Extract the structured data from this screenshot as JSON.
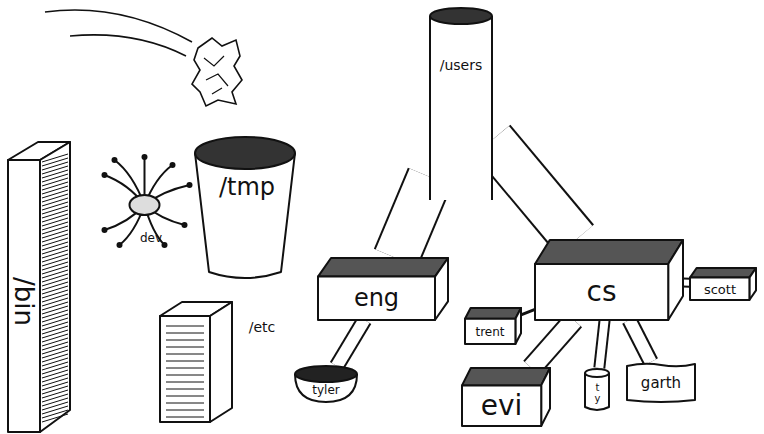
{
  "diagram": {
    "nodes": [
      {
        "text": [
          "/users"
        ]
      },
      {
        "text": [
          "/tmp"
        ]
      },
      {
        "text": [
          "dev"
        ]
      },
      {
        "text": [
          "/bin"
        ]
      },
      {
        "text": [
          "cs"
        ]
      },
      {
        "text": [
          "eng"
        ]
      },
      {
        "text": [
          "scott"
        ]
      },
      {
        "text": [
          "trent"
        ]
      },
      {
        "text": [
          "/etc"
        ]
      },
      {
        "text": [
          "tyler"
        ]
      },
      {
        "text": [
          "evi"
        ]
      },
      {
        "text": [
          "ty"
        ]
      },
      {
        "text": [
          "garth"
        ]
      }
    ],
    "edges": [
      {
        "from": 0,
        "to": 5,
        "arrow": "none"
      },
      {
        "from": 0,
        "to": 4,
        "arrow": "none"
      },
      {
        "from": 5,
        "to": 9,
        "arrow": "none"
      },
      {
        "from": 4,
        "to": 7,
        "arrow": "none"
      },
      {
        "from": 4,
        "to": 6,
        "arrow": "none"
      },
      {
        "from": 4,
        "to": 10,
        "arrow": "none"
      },
      {
        "from": 4,
        "to": 11,
        "arrow": "none"
      },
      {
        "from": 4,
        "to": 12,
        "arrow": "none"
      }
    ]
  }
}
